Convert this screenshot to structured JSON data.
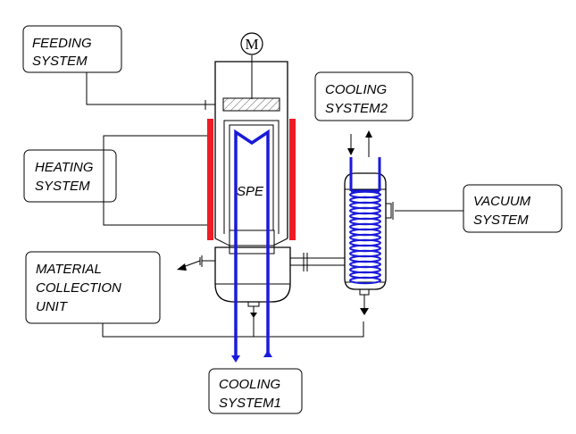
{
  "motor": {
    "symbol": "M"
  },
  "labels": {
    "feeding": [
      "FEEDING",
      "SYSTEM"
    ],
    "heating": [
      "HEATING",
      "SYSTEM"
    ],
    "cooling2": [
      "COOLING",
      "SYSTEM2"
    ],
    "vacuum": [
      "VACUUM",
      "SYSTEM"
    ],
    "collection": [
      "MATERIAL",
      "COLLECTION",
      "UNIT"
    ],
    "cooling1": [
      "COOLING",
      "SYSTEM1"
    ],
    "spe": "SPE"
  },
  "colors": {
    "heater": "#ee1c24",
    "coolant": "#1a1adb",
    "line": "#000000",
    "hatch": "#555555"
  }
}
